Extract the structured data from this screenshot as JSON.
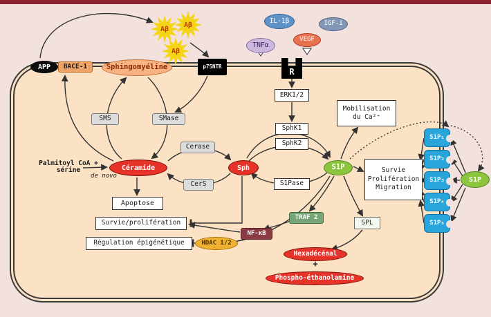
{
  "colors": {
    "top_bar": "#8c2130",
    "outside_bg": "#f2e1dd",
    "cell_fill": "#fbe2c4",
    "membrane": "#3a3a3a",
    "metabolite_red": "#e5332a",
    "s1p_green": "#8cc63e",
    "receptor_blue": "#29a5db",
    "abeta_yellow": "#f5d416",
    "hdac_orange": "#f0b032",
    "nfkb_maroon": "#8b3b42",
    "traf2_green": "#76a677"
  },
  "membrane": {
    "app": "APP",
    "bace1": "BACE-1",
    "p75ntr": "p75NTR",
    "receptor_r": "R"
  },
  "ligands": {
    "tnfa": "TNFα",
    "il1b": "IL-1β",
    "vegf": "VEGF",
    "igf1": "IGF-1"
  },
  "abeta": {
    "label": "Aβ"
  },
  "metabolites": {
    "sphingomyeline": "Sphingomyéline",
    "ceramide": "Céramide",
    "sph": "Sph",
    "s1p": "S1P",
    "s1p_external": "S1P",
    "hexadecenal": "Hexadécénal",
    "plus": "+",
    "phosphoethanolamine": "Phospho-éthanolamine"
  },
  "enzymes": {
    "sms": "SMS",
    "smase": "SMase",
    "cerase": "Cerase",
    "cers": "CerS",
    "sphk1": "SphK1",
    "sphk2": "SphK2",
    "s1pase": "S1Pase",
    "spl": "SPL",
    "hdac": "HDAC 1/2",
    "erk": "ERK1/2"
  },
  "signaling": {
    "nfkb": "NF-κB",
    "traf2": "TRAF 2"
  },
  "outcomes": {
    "mobilisation": "Mobilisation du Ca²⁺",
    "survie_migration": "Survie Prolifération Migration",
    "apoptose": "Apoptose",
    "survie_proliferation": "Survie/prolifération",
    "regulation_epigenetique": "Régulation épigénétique"
  },
  "inputs": {
    "palmitoyl": "Palmitoyl CoA + sérine",
    "de_novo": "de novo"
  },
  "receptors": {
    "items": [
      {
        "label": "S1P₁"
      },
      {
        "label": "S1P₂"
      },
      {
        "label": "S1P₃"
      },
      {
        "label": "S1P₄"
      },
      {
        "label": "S1P₅"
      }
    ]
  }
}
